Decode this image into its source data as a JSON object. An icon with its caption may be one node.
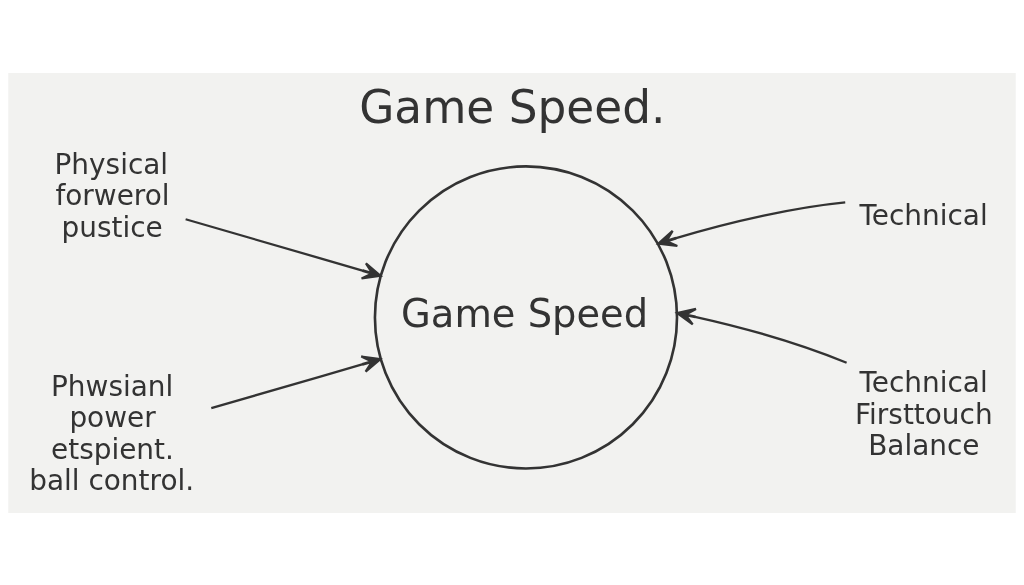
{
  "diagram": {
    "title": "Game Speed.",
    "nodes": [
      {
        "text": [
          "Physical forwerol pustice"
        ]
      },
      {
        "text": [
          "Technical"
        ]
      },
      {
        "text": [
          "Game Speed"
        ]
      },
      {
        "text": [
          "Phwsianl power etspient. ball control."
        ]
      },
      {
        "text": [
          "Technical Firsttouch Balance"
        ]
      }
    ],
    "edges": [
      {
        "from": 0,
        "to": 2,
        "arrow": "to"
      },
      {
        "from": 1,
        "to": 2,
        "arrow": "to"
      },
      {
        "from": 3,
        "to": 2,
        "arrow": "to"
      },
      {
        "from": 4,
        "to": 2,
        "arrow": "to"
      }
    ]
  }
}
